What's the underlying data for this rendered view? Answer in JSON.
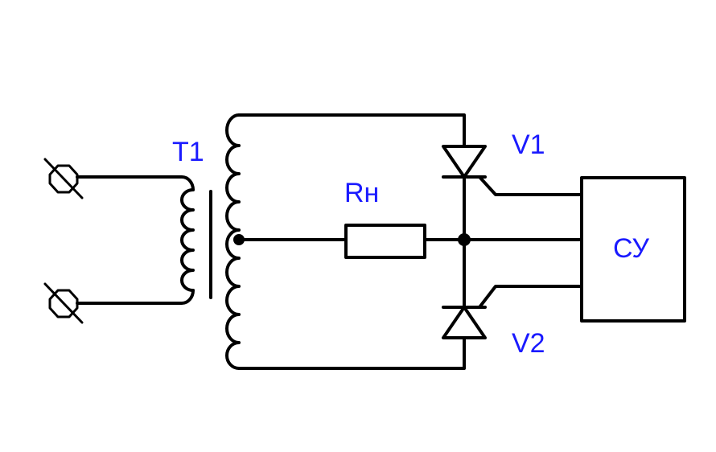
{
  "diagram": {
    "labels": {
      "transformer": "T1",
      "load_resistor": "Rн",
      "thyristor_top": "V1",
      "thyristor_bottom": "V2",
      "control_unit": "СУ"
    },
    "colors": {
      "wire": "#000000",
      "label": "#1a1aff",
      "background": "#ffffff"
    }
  }
}
